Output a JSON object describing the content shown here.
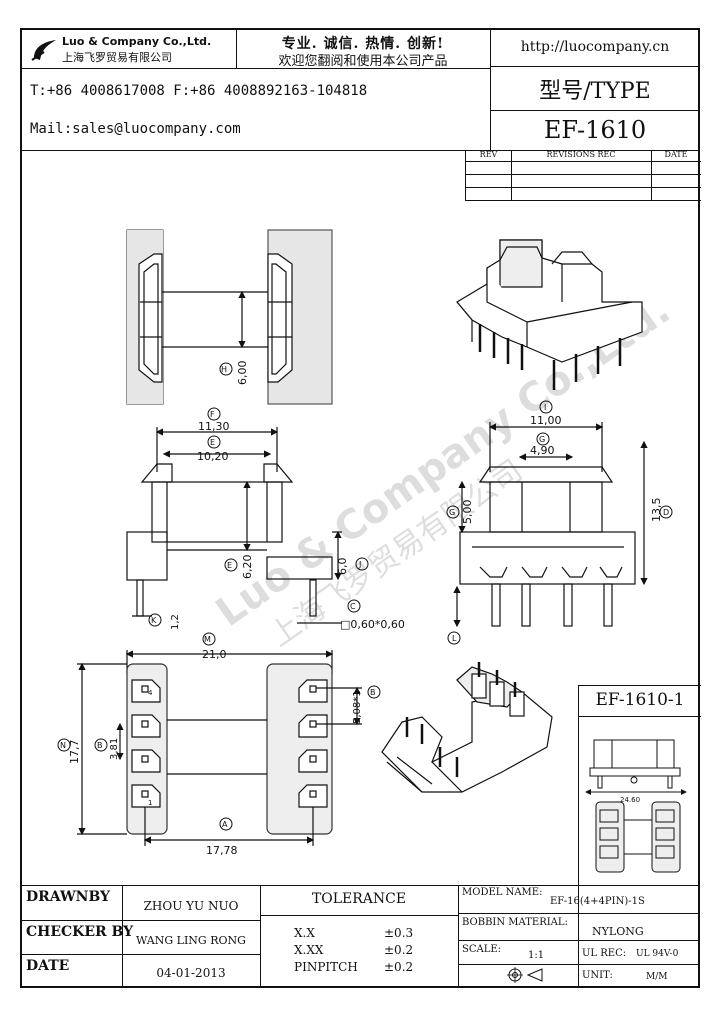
{
  "header": {
    "company_en": "Luo & Company Co.,Ltd.",
    "company_cn": "上海飞罗贸易有限公司",
    "slogan_line1": "专业. 诚信. 热情. 创新!",
    "slogan_line2": "欢迎您翻阅和使用本公司产品",
    "website": "http://luocompany.cn",
    "phone": "T:+86 4008617008 F:+86 4008892163-104818",
    "mail": "Mail:sales@luocompany.com",
    "type_label": "型号/TYPE",
    "model": "EF-1610"
  },
  "revisions": {
    "rev": "REV",
    "rec": "REVISIONS REC",
    "date": "DATE"
  },
  "watermark": {
    "en": "Luo & Company Co.,Ltd.",
    "cn": "上海飞罗贸易有限公司"
  },
  "dims": {
    "h_label": "H",
    "h_val": "6,00",
    "f_label": "F",
    "f_val": "11,30",
    "e_label": "E",
    "e_val": "10,20",
    "i_label": "I",
    "i_val": "11,00",
    "g_label": "G",
    "g_val": "4,90",
    "g2_val": "5,00",
    "d_label": "D",
    "d_val": "13,5",
    "e2_val": "6,20",
    "j_label": "J",
    "j_val": "6,0",
    "k_label": "K",
    "k_val": "1,2",
    "c_label": "C",
    "c_val": "□0,60*0,60",
    "l_label": "L",
    "m_label": "M",
    "m_val": "21,0",
    "n_label": "N",
    "n_val": "17,7",
    "b_label": "B",
    "b_val": "3,81",
    "b2_val": "5,08*1",
    "a_label": "A",
    "a_val": "17,78",
    "pin1": "1",
    "pin4": "4"
  },
  "variant": {
    "title": "EF-1610-1",
    "dim": "24.60"
  },
  "title_block": {
    "drawnby_label": "DRAWNBY",
    "drawnby": "ZHOU YU NUO",
    "checker_label": "CHECKER BY",
    "checker": "WANG LING RONG",
    "date_label": "DATE",
    "date": "04-01-2013",
    "tolerance_label": "TOLERANCE",
    "tol_xx_label": "X.X",
    "tol_xx": "±0.3",
    "tol_xxx_label": "X.XX",
    "tol_xxx": "±0.2",
    "tol_pin_label": "PINPITCH",
    "tol_pin": "±0.2",
    "model_name_label": "MODEL NAME:",
    "model_name": "EF-16(4+4PIN)-1S",
    "bobbin_label": "BOBBIN MATERIAL:",
    "bobbin": "NYLONG",
    "scale_label": "SCALE:",
    "scale": "1:1",
    "ul_label": "UL REC:",
    "ul": "UL 94V-0",
    "unit_label": "UNIT:",
    "unit": "M/M"
  }
}
